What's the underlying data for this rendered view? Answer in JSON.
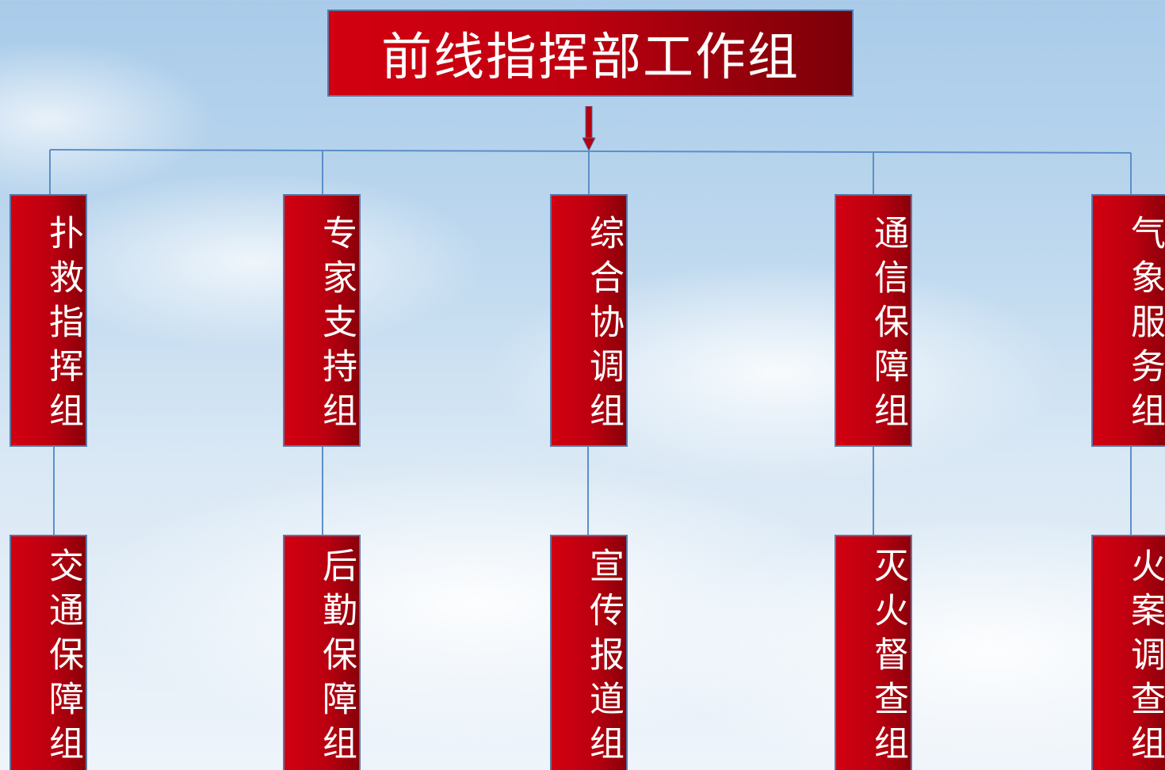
{
  "title": "前线指挥部工作组",
  "row1": [
    {
      "label": "扑救指挥组"
    },
    {
      "label": "专家支持组"
    },
    {
      "label": "综合协调组"
    },
    {
      "label": "通信保障组"
    },
    {
      "label": "气象服务组"
    }
  ],
  "row2": [
    {
      "label": "交通保障组"
    },
    {
      "label": "后勤保障组"
    },
    {
      "label": "宣传报道组"
    },
    {
      "label": "灭火督查组"
    },
    {
      "label": "火案调查组"
    }
  ],
  "colors": {
    "box_red": "#c00010",
    "box_dark_red": "#7a0008",
    "border_blue": "#5a78a8",
    "connector_blue": "#5b8fc9"
  }
}
